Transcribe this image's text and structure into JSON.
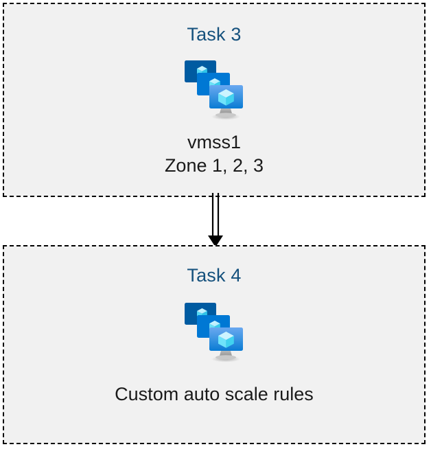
{
  "diagram": {
    "type": "flow-diagram",
    "background_color": "#ffffff",
    "boxes": [
      {
        "id": "task3",
        "title": "Task 3",
        "icon": "azure-vm-scale-set-icon",
        "caption_lines": [
          "vmss1",
          "Zone 1, 2, 3"
        ],
        "fill_color": "#f1f1f1",
        "border_style": "dashed",
        "border_color": "#000000",
        "title_color": "#15517d",
        "caption_color": "#1a1a1a"
      },
      {
        "id": "task4",
        "title": "Task 4",
        "icon": "azure-vm-scale-set-icon",
        "caption_lines": [
          "Custom auto scale rules"
        ],
        "fill_color": "#f1f1f1",
        "border_style": "dashed",
        "border_color": "#000000",
        "title_color": "#15517d",
        "caption_color": "#1a1a1a"
      }
    ],
    "connector": {
      "name": "double-line-arrow",
      "from": "task3",
      "to": "task4",
      "direction": "down",
      "color": "#000000"
    },
    "icon_colors": {
      "monitor_back": "#005ba1",
      "monitor_middle": "#0078d4",
      "monitor_front_top": "#5ea0ef",
      "monitor_front_bottom": "#0a7bd4",
      "cube_light": "#c3f1ff",
      "cube_mid": "#9cebff",
      "cube_dark": "#50e6ff",
      "stand_gray": "#a3a3a3"
    }
  }
}
